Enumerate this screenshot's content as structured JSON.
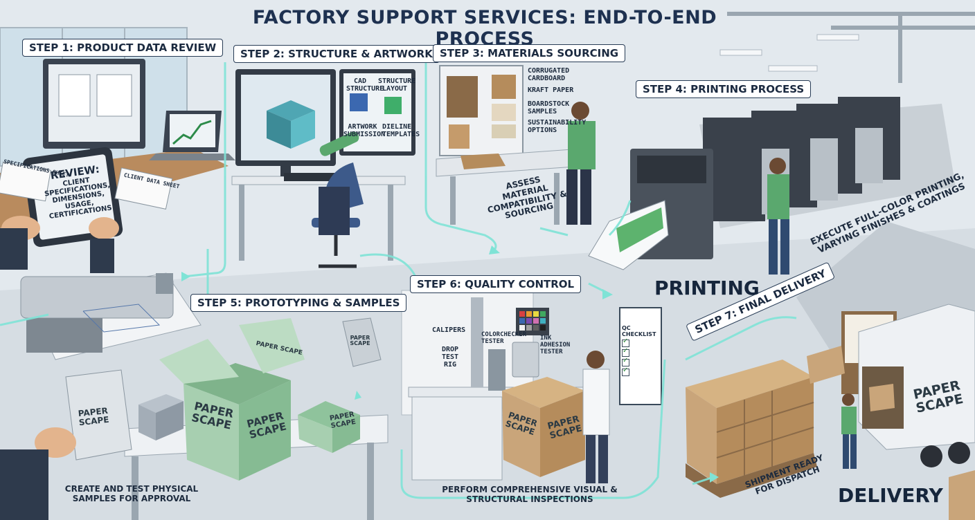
{
  "title": "FACTORY SUPPORT SERVICES: END-TO-END PROCESS",
  "steps": [
    {
      "label": "STEP 1: PRODUCT DATA REVIEW"
    },
    {
      "label": "STEP 2: STRUCTURE & ARTWORK"
    },
    {
      "label": "STEP 3: MATERIALS SOURCING"
    },
    {
      "label": "STEP 4: PRINTING PROCESS"
    },
    {
      "label": "STEP 5: PROTOTYPING & SAMPLES"
    },
    {
      "label": "STEP 6: QUALITY CONTROL"
    },
    {
      "label": "STEP 7: FINAL DELIVERY"
    }
  ],
  "step1": {
    "tablet_title": "REVIEW:",
    "tablet_lines": [
      "CLIENT",
      "SPECIFICATIONS,",
      "DIMENSIONS,",
      "USAGE,",
      "CERTIFICATIONS"
    ],
    "doc_label_1": "SPECIFICATIONS SHEET",
    "doc_label_2": "CLIENT DATA SHEET"
  },
  "step2": {
    "labels": [
      "CAD STRUCTURE",
      "STRUCTURE LAYOUT",
      "ARTWORK SUBMISSION",
      "DIELINE TEMPLATES"
    ]
  },
  "step3": {
    "materials": [
      "CORRUGATED CARDBOARD",
      "KRAFT PAPER",
      "BOARDSTOCK SAMPLES",
      "SUSTAINABILITY OPTIONS"
    ],
    "caption": "ASSESS MATERIAL COMPATIBILITY & SOURCING"
  },
  "step4": {
    "caption": "EXECUTE FULL-COLOR PRINTING, VARYING FINISHES & COATINGS",
    "section_label": "PRINTING"
  },
  "step5": {
    "brand": "PAPER SCAPE",
    "caption": "CREATE AND TEST PHYSICAL SAMPLES FOR APPROVAL"
  },
  "step6": {
    "tools": [
      "CALIPERS",
      "DROP TEST RIG",
      "COLORCHECKER TESTER",
      "INK ADHESION TESTER"
    ],
    "checklist_title": "QC CHECKLIST",
    "caption": "PERFORM COMPREHENSIVE VISUAL & STRUCTURAL INSPECTIONS"
  },
  "step7": {
    "caption": "SHIPMENT READY FOR DISPATCH",
    "section_label": "DELIVERY",
    "brand": "PAPER SCAPE"
  },
  "colors": {
    "flow_line": "#7fe3d6",
    "label_border": "#273b55",
    "title": "#1e3150",
    "box_green": "#9ccaa6",
    "box_kraft": "#c9a57a"
  }
}
